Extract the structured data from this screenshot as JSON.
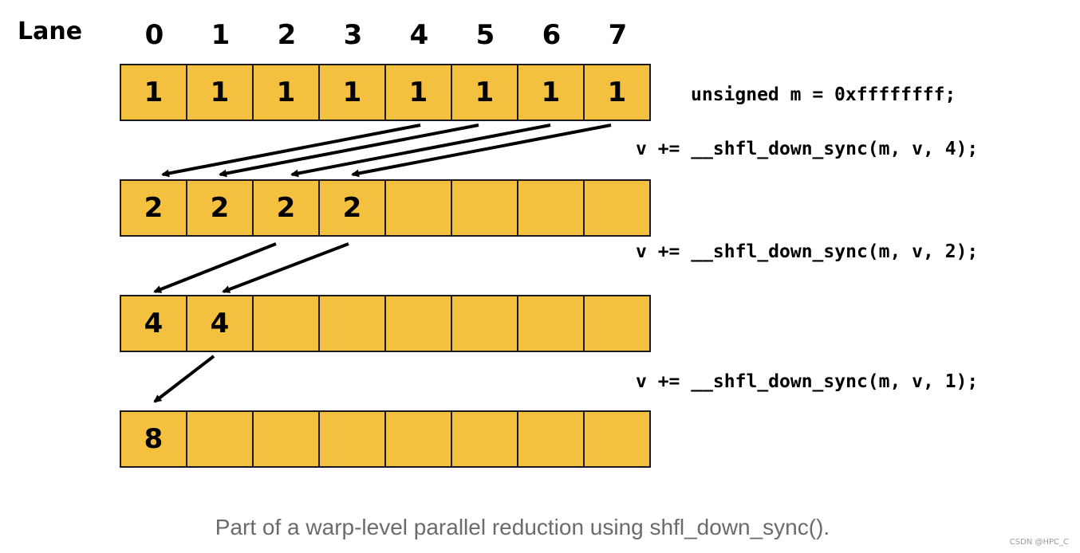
{
  "lane_label": "Lane",
  "lanes": [
    "0",
    "1",
    "2",
    "3",
    "4",
    "5",
    "6",
    "7"
  ],
  "rows": [
    [
      "1",
      "1",
      "1",
      "1",
      "1",
      "1",
      "1",
      "1"
    ],
    [
      "2",
      "2",
      "2",
      "2",
      "",
      "",
      "",
      ""
    ],
    [
      "4",
      "4",
      "",
      "",
      "",
      "",
      "",
      ""
    ],
    [
      "8",
      "",
      "",
      "",
      "",
      "",
      "",
      ""
    ]
  ],
  "code": {
    "mask": "unsigned m = 0xffffffff;",
    "step1": "v += __shfl_down_sync(m, v, 4);",
    "step2": "v += __shfl_down_sync(m, v, 2);",
    "step3": "v += __shfl_down_sync(m, v, 1);"
  },
  "caption": "Part of a warp-level parallel reduction using shfl_down_sync().",
  "watermark": "CSDN @HPC_C",
  "colors": {
    "cell_fill": "#f3c13f",
    "border": "#1a1a1a",
    "caption": "#6b6b6b"
  }
}
